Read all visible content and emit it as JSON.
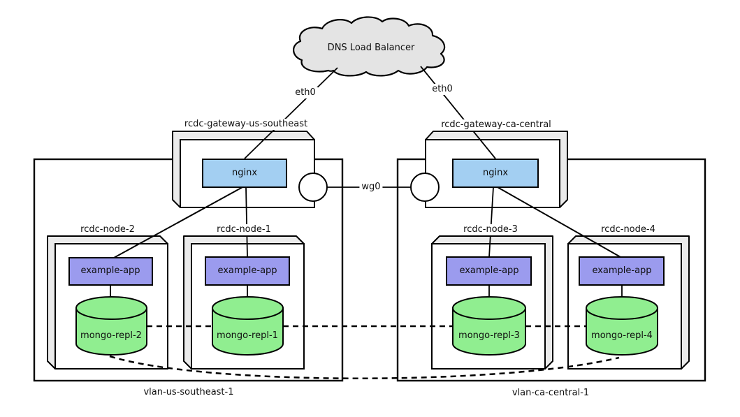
{
  "cloud": {
    "label": "DNS Load Balancer"
  },
  "interfaces": {
    "eth0_left": "eth0",
    "eth0_right": "eth0",
    "wg0": "wg0"
  },
  "gateways": [
    {
      "name": "rcdc-gateway-us-southeast",
      "service": "nginx"
    },
    {
      "name": "rcdc-gateway-ca-central",
      "service": "nginx"
    }
  ],
  "vlans": [
    {
      "name": "vlan-us-southeast-1",
      "nodes": [
        {
          "name": "rcdc-node-2",
          "app": "example-app",
          "db": "mongo-repl-2"
        },
        {
          "name": "rcdc-node-1",
          "app": "example-app",
          "db": "mongo-repl-1"
        }
      ]
    },
    {
      "name": "vlan-ca-central-1",
      "nodes": [
        {
          "name": "rcdc-node-3",
          "app": "example-app",
          "db": "mongo-repl-3"
        },
        {
          "name": "rcdc-node-4",
          "app": "example-app",
          "db": "mongo-repl-4"
        }
      ]
    }
  ],
  "colors": {
    "cloud": "#e4e4e4",
    "bevel": "#ebebeb",
    "face": "#ffffff",
    "nginx": "#a3cff2",
    "app": "#9b9bee",
    "db": "#90ee90",
    "line": "#000000"
  }
}
